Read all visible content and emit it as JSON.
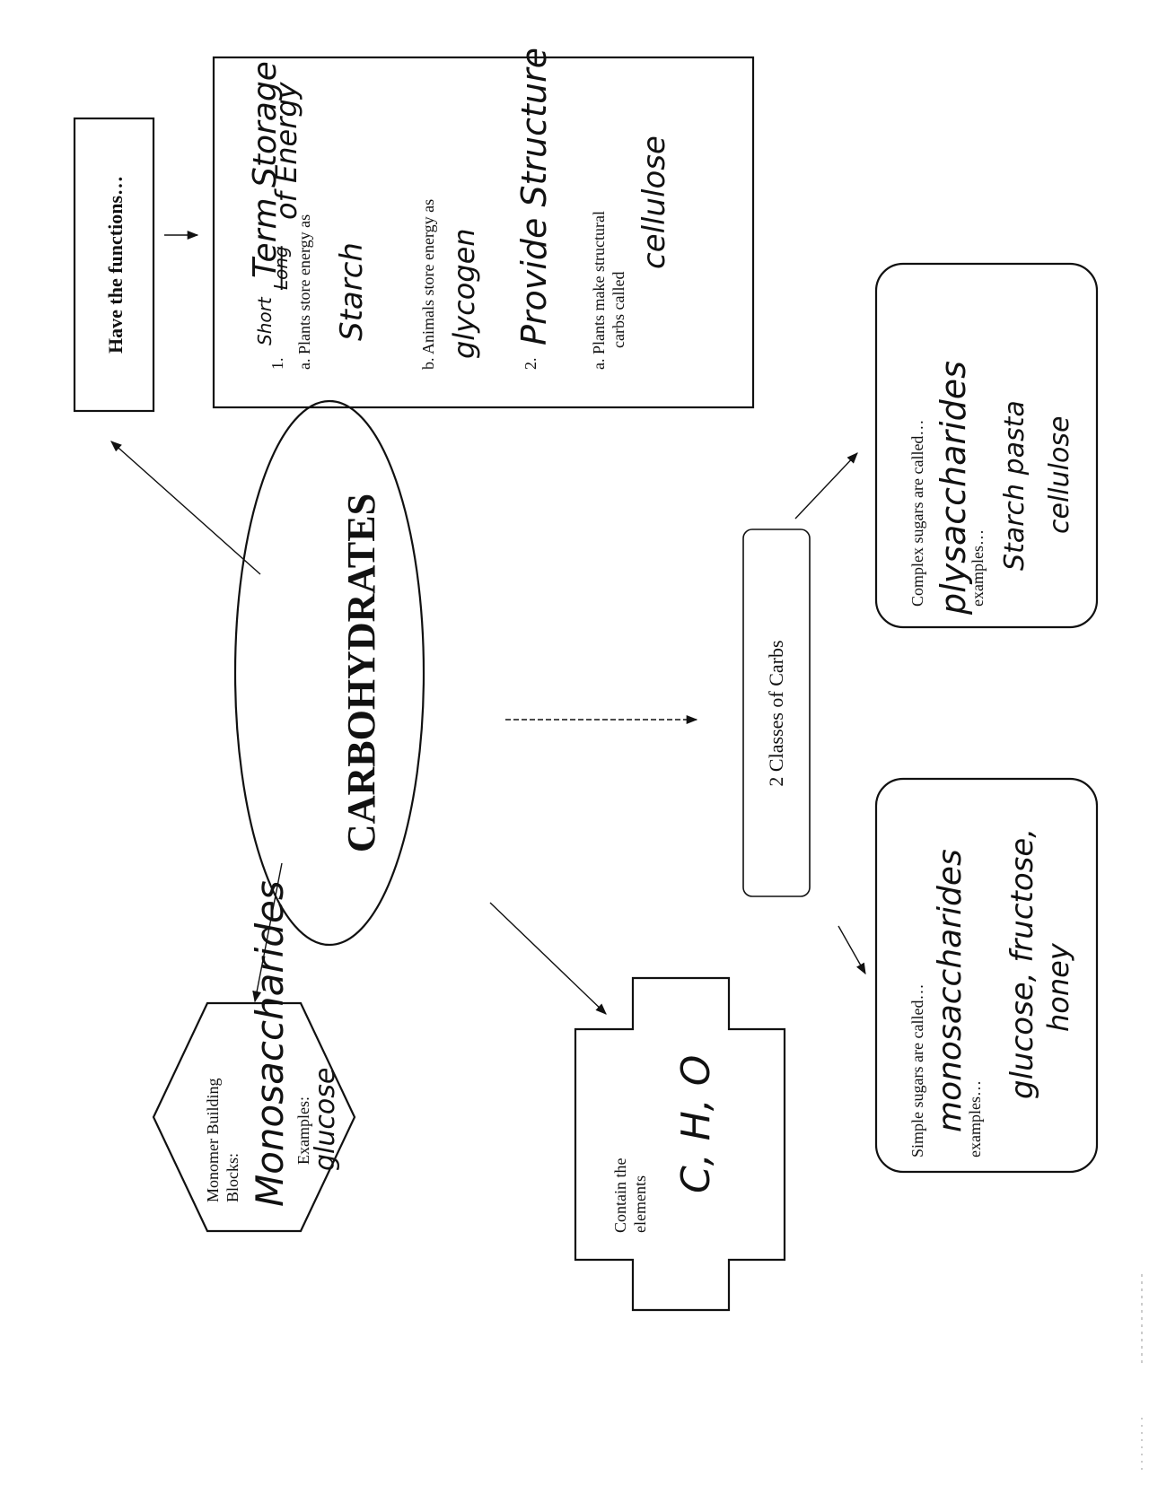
{
  "center": {
    "title": "CARBOHYDRATES"
  },
  "functions": {
    "header": "Have the functions…",
    "item1_number": "1.",
    "item1_prefix_hand": "Short",
    "item1_crossed_hand": "Long",
    "item1_hand_line1": "Term Storage",
    "item1_hand_line2": "of Energy",
    "item1a_print": "a. Plants store energy as",
    "item1a_hand": "Starch",
    "item1b_print": "b. Animals store energy as",
    "item1b_hand": "glycogen",
    "item2_number": "2.",
    "item2_hand": "Provide Structure",
    "item2a_print_line1": "a.   Plants make structural",
    "item2a_print_line2": "carbs called",
    "item2a_hand": "cellulose"
  },
  "classes": {
    "label": "2 Classes of Carbs"
  },
  "complex": {
    "prompt": "Complex sugars are called…",
    "answer_hand": "plysaccharides",
    "examples_label": "examples…",
    "examples_hand_line1": "Starch pasta",
    "examples_hand_line2": "cellulose"
  },
  "simple": {
    "prompt": "Simple sugars are called…",
    "answer_hand": "monosaccharides",
    "examples_label": "examples…",
    "examples_hand_line1": "glucose, fructose,",
    "examples_hand_line2": "honey"
  },
  "monomer": {
    "label_line1": "Monomer Building",
    "label_line2": "Blocks:",
    "answer_hand": "Monosaccharides",
    "examples_label": "Examples:",
    "examples_hand": "glucose"
  },
  "elements": {
    "label_line1": "Contain the",
    "label_line2": "elements",
    "answer_hand": "C, H, O"
  }
}
